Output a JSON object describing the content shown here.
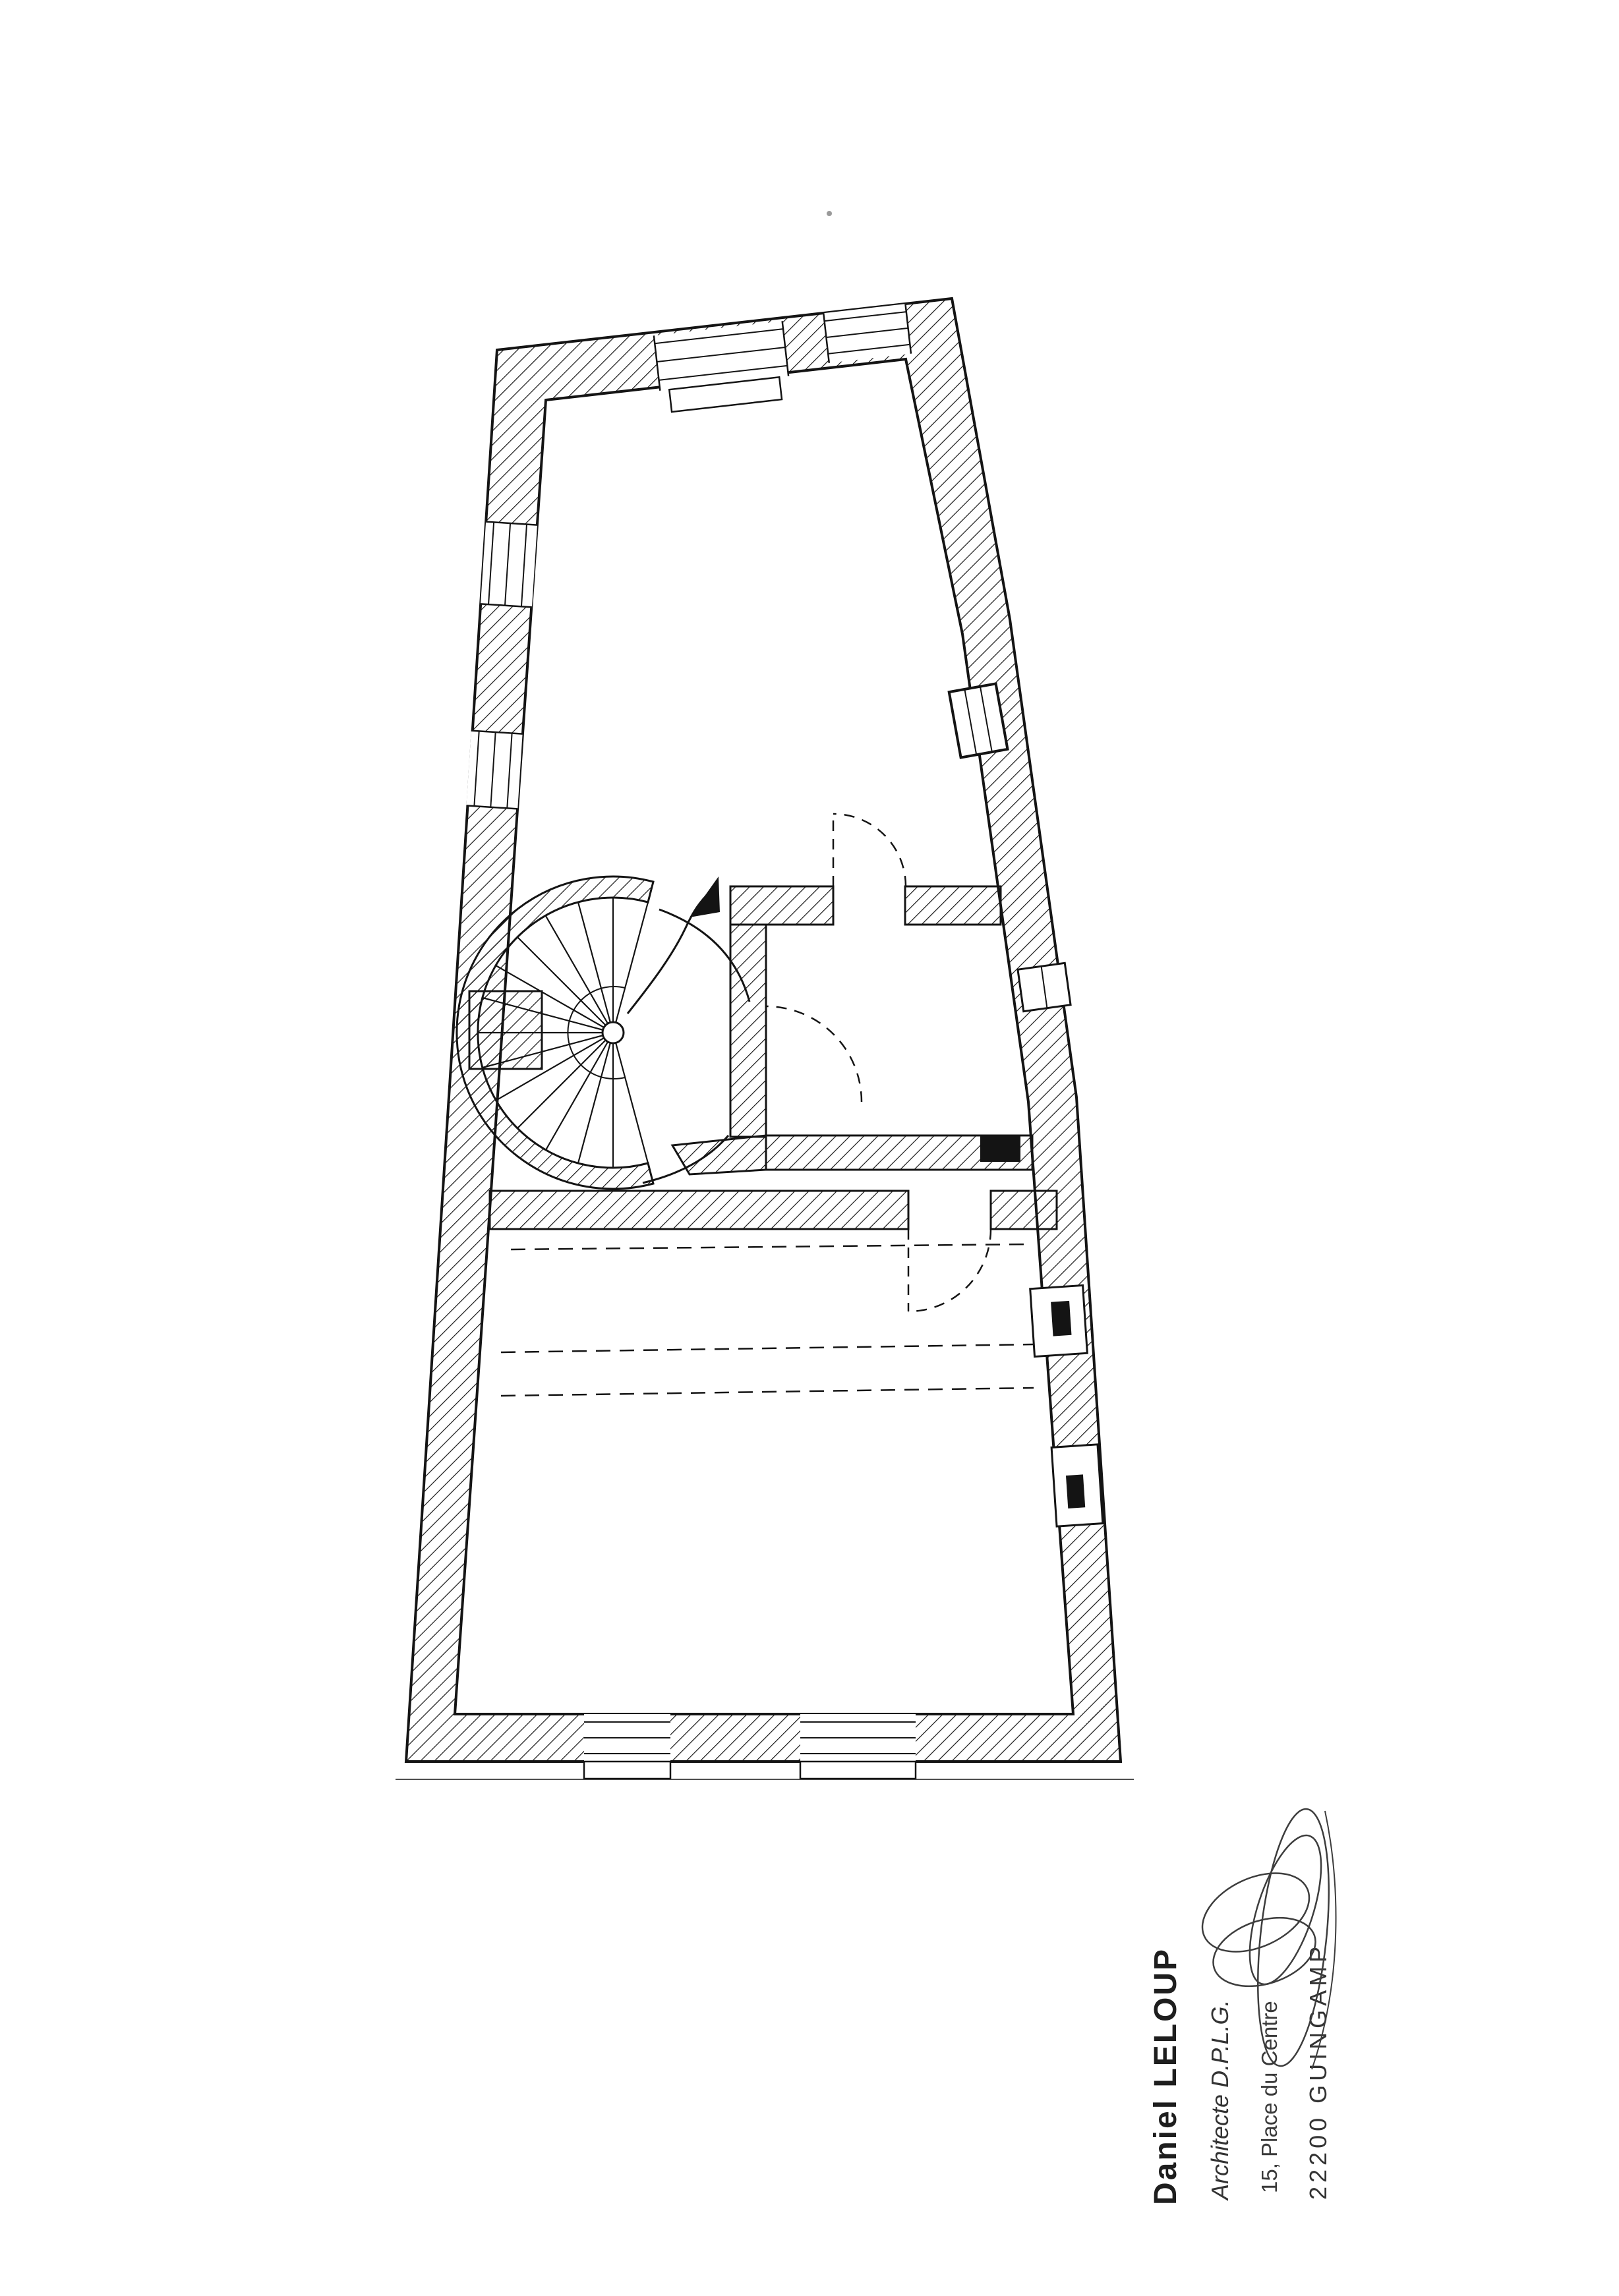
{
  "document": {
    "type": "scanned architectural floor plan",
    "paper_color": "#ffffff",
    "ink_color": "#141414"
  },
  "plan": {
    "features": [
      "hatched-exterior-walls",
      "interior-partition-walls",
      "spiral-staircase",
      "stair-direction-arrow",
      "door-swing-arcs",
      "window-openings",
      "dashed-beam-lines"
    ]
  },
  "stamp": {
    "name": "Daniel LELOUP",
    "title": "Architecte D.P.L.G.",
    "address": "15, Place du Centre",
    "city": "22200 GUINGAMP"
  }
}
